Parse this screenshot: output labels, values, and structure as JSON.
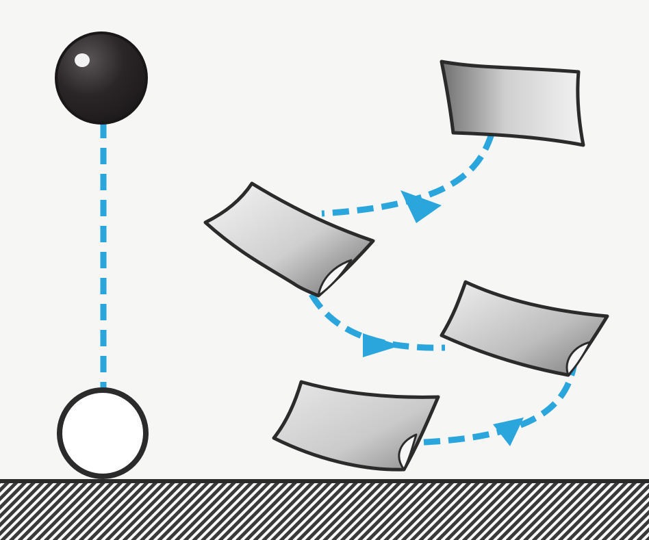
{
  "diagram": {
    "description_text": "",
    "colors": {
      "background": "#f6f6f4",
      "path": "#2aa6dd",
      "ink": "#2b2b2b",
      "ball_fill": "#2a2627",
      "ground_hatch": "#3a3a3a",
      "paper_light": "#f3f3f3",
      "paper_dark": "#707070"
    },
    "left_panel": {
      "object": "falling-ball",
      "states": [
        "start",
        "landed"
      ],
      "path_style": "straight-dashed"
    },
    "right_panel": {
      "object": "falling-paper-sheet",
      "state_count": 4,
      "path_style": "curved-dashed-with-arrows",
      "arrow_count": 3
    }
  }
}
